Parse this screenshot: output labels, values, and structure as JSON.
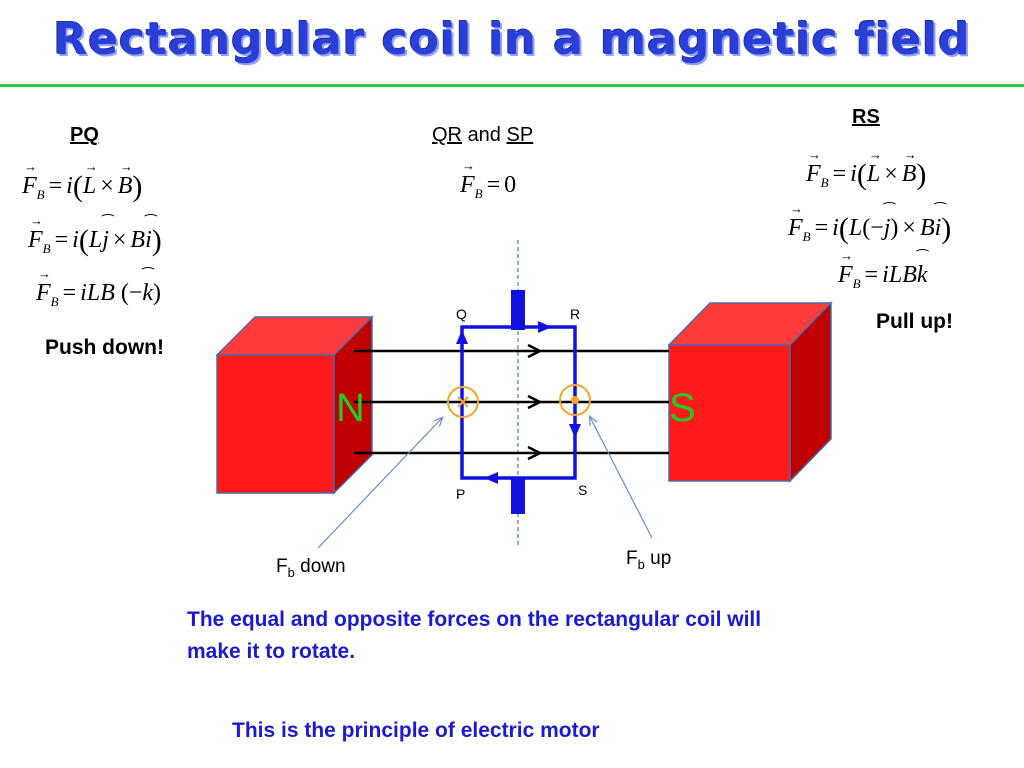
{
  "title": "Rectangular coil in a magnetic field",
  "sections": {
    "pq": {
      "header": "PQ",
      "eq1": {
        "lhs": "F",
        "sub": "B",
        "op": "=",
        "rhs": "i(L × B)"
      },
      "eq2": {
        "lhs": "F",
        "sub": "B",
        "op": "=",
        "rhs": "i(Lj × Bi)"
      },
      "eq3": {
        "lhs": "F",
        "sub": "B",
        "op": "=",
        "rhs": "iLB(−k)"
      },
      "note": "Push down!"
    },
    "qrsp": {
      "header_a": "QR",
      "joiner": "and",
      "header_b": "SP",
      "eq": {
        "lhs": "F",
        "sub": "B",
        "op": "=",
        "rhs": "0"
      }
    },
    "rs": {
      "header": "RS",
      "eq1": {
        "lhs": "F",
        "sub": "B",
        "op": "=",
        "rhs": "i(L × B)"
      },
      "eq2": {
        "lhs": "F",
        "sub": "B",
        "op": "=",
        "rhs": "i(L(−j) × Bi)"
      },
      "eq3": {
        "lhs": "F",
        "sub": "B",
        "op": "=",
        "rhs": "iLBk"
      },
      "note": "Pull up!"
    }
  },
  "diagram": {
    "north_label": "N",
    "south_label": "S",
    "corners": {
      "q": "Q",
      "r": "R",
      "p": "P",
      "s": "S"
    },
    "fb_down": {
      "main": "F",
      "sub": "b",
      "rest": "down"
    },
    "fb_up": {
      "main": "F",
      "sub": "b",
      "rest": "up"
    },
    "colors": {
      "magnet_front": "#ff1a1a",
      "magnet_top": "#ff3b3b",
      "magnet_side": "#c00000",
      "magnet_edge": "#4a6aa8",
      "coil": "#1010e0",
      "axis": "#6a9ad0",
      "marker": "#f5a623",
      "pole_text": "#22cc22"
    }
  },
  "captions": {
    "line1": "The equal and opposite forces on the rectangular coil will",
    "line2": "make it to rotate.",
    "principle": "This is the principle of electric motor"
  }
}
